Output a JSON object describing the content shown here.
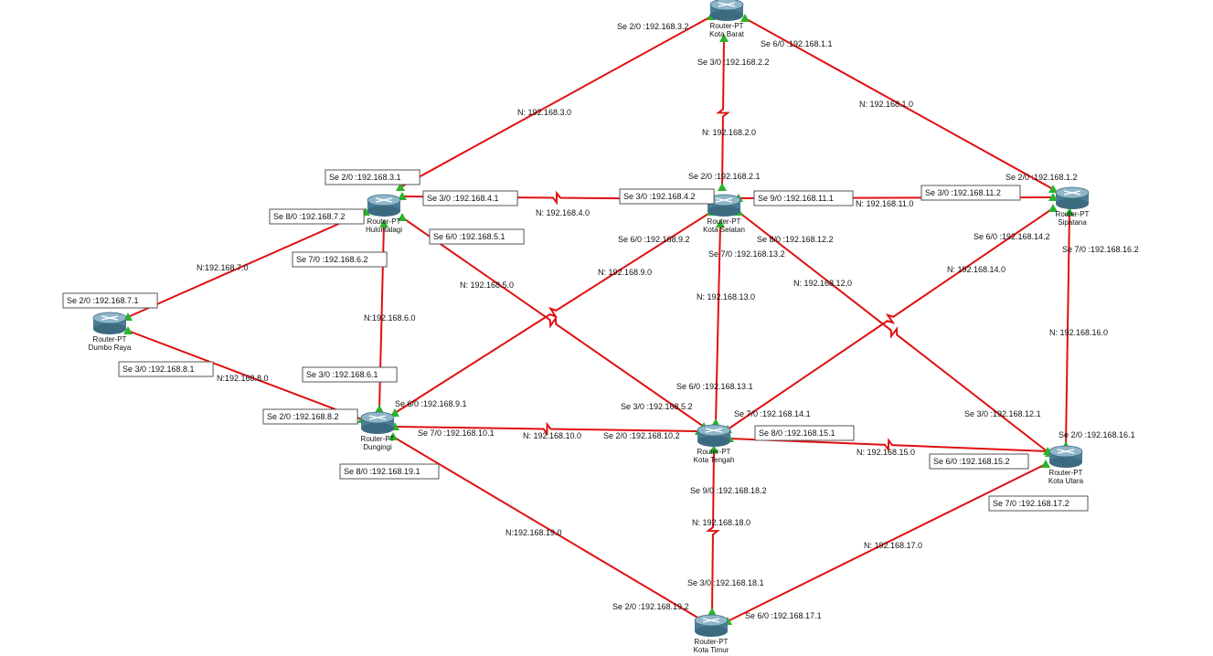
{
  "colors": {
    "link": "#e01010",
    "status_up": "#2bb32b",
    "status_down": "#0a6b0a"
  },
  "routers": [
    {
      "id": "kota-barat",
      "type": "Router-PT",
      "name": "Kota Barat"
    },
    {
      "id": "hulontalagi",
      "type": "Router-PT",
      "name": "Hulontalagi"
    },
    {
      "id": "kota-selatan",
      "type": "Router-PT",
      "name": "Kota Selatan"
    },
    {
      "id": "sipatana",
      "type": "Router-PT",
      "name": "Sipatana"
    },
    {
      "id": "dumbo-raya",
      "type": "Router-PT",
      "name": "Dumbo Raya"
    },
    {
      "id": "dungingi",
      "type": "Router-PT",
      "name": "Dungingi"
    },
    {
      "id": "kota-tengah",
      "type": "Router-PT",
      "name": "Kota Tengah"
    },
    {
      "id": "kota-utara",
      "type": "Router-PT",
      "name": "Kota Utara"
    },
    {
      "id": "kota-timur",
      "type": "Router-PT",
      "name": "Kota Timur"
    }
  ],
  "links": [
    {
      "a": "hulontalagi",
      "b": "kota-barat",
      "network": "N: 192.168.3.0"
    },
    {
      "a": "kota-barat",
      "b": "kota-selatan",
      "network": "N: 192.168.2.0"
    },
    {
      "a": "kota-barat",
      "b": "sipatana",
      "network": "N: 192.168.1.0"
    },
    {
      "a": "hulontalagi",
      "b": "kota-selatan",
      "network": "N: 192.168.4.0"
    },
    {
      "a": "kota-selatan",
      "b": "sipatana",
      "network": "N: 192.168.11.0"
    },
    {
      "a": "hulontalagi",
      "b": "dumbo-raya",
      "network": "N:192.168.7.0"
    },
    {
      "a": "hulontalagi",
      "b": "dungingi",
      "network": "N:192.168.6.0"
    },
    {
      "a": "hulontalagi",
      "b": "kota-tengah",
      "network": "N: 192.168.5.0"
    },
    {
      "a": "kota-selatan",
      "b": "dungingi",
      "network": "N: 192.168.9.0"
    },
    {
      "a": "kota-selatan",
      "b": "kota-tengah",
      "network": "N: 192.168.13.0"
    },
    {
      "a": "kota-selatan",
      "b": "kota-utara",
      "network": "N: 192.168.12.0"
    },
    {
      "a": "sipatana",
      "b": "kota-tengah",
      "network": "N: 192.168.14.0"
    },
    {
      "a": "sipatana",
      "b": "kota-utara",
      "network": "N: 192.168.16.0"
    },
    {
      "a": "dumbo-raya",
      "b": "dungingi",
      "network": "N:192.168.8.0"
    },
    {
      "a": "dungingi",
      "b": "kota-tengah",
      "network": "N: 192.168.10.0"
    },
    {
      "a": "kota-tengah",
      "b": "kota-utara",
      "network": "N: 192.168.15.0"
    },
    {
      "a": "dungingi",
      "b": "kota-timur",
      "network": "N:192.168.19.0"
    },
    {
      "a": "kota-tengah",
      "b": "kota-timur",
      "network": "N: 192.168.18.0"
    },
    {
      "a": "kota-utara",
      "b": "kota-timur",
      "network": "N: 192.168.17.0"
    }
  ],
  "interfaces": [
    {
      "text": "Se 2/0 :192.168.3.2",
      "boxed": false
    },
    {
      "text": "Se 6/0 :192.168.1.1",
      "boxed": false
    },
    {
      "text": "Se 3/0 :192.168.2.2",
      "boxed": false
    },
    {
      "text": "Se 2/0 :192.168.3.1",
      "boxed": true
    },
    {
      "text": "Se 3/0 :192.168.4.1",
      "boxed": true
    },
    {
      "text": "Se 8/0 :192.168.7.2",
      "boxed": true
    },
    {
      "text": "Se 6/0 :192.168.5.1",
      "boxed": true
    },
    {
      "text": "Se 7/0 :192.168.6.2",
      "boxed": true
    },
    {
      "text": "Se 2/0 :192.168.2.1",
      "boxed": false
    },
    {
      "text": "Se 3/0 :192.168.4.2",
      "boxed": true
    },
    {
      "text": "Se 9/0 :192.168.11.1",
      "boxed": true
    },
    {
      "text": "Se 6/0 :192.168.9.2",
      "boxed": false
    },
    {
      "text": "Se 8/0 :192.168.12.2",
      "boxed": false
    },
    {
      "text": "Se 7/0 :192.168.13.2",
      "boxed": false
    },
    {
      "text": "Se 2/0 :192.168.1.2",
      "boxed": false
    },
    {
      "text": "Se 3/0 :192.168.11.2",
      "boxed": true
    },
    {
      "text": "Se 6/0 :192.168.14.2",
      "boxed": false
    },
    {
      "text": "Se 7/0 :192.168.16.2",
      "boxed": false
    },
    {
      "text": "Se 2/0 :192.168.7.1",
      "boxed": true
    },
    {
      "text": "Se 3/0 :192.168.8.1",
      "boxed": true
    },
    {
      "text": "Se 3/0 :192.168.6.1",
      "boxed": true
    },
    {
      "text": "Se 6/0 :192.168.9.1",
      "boxed": false
    },
    {
      "text": "Se 2/0 :192.168.8.2",
      "boxed": true
    },
    {
      "text": "Se 7/0 :192.168.10.1",
      "boxed": false
    },
    {
      "text": "Se 8/0 :192.168.19.1",
      "boxed": true
    },
    {
      "text": "Se 6/0 :192.168.13.1",
      "boxed": false
    },
    {
      "text": "Se 3/0 :192.168.5.2",
      "boxed": false
    },
    {
      "text": "Se 7/0 :192.168.14.1",
      "boxed": false
    },
    {
      "text": "Se 2/0 :192.168.10.2",
      "boxed": false
    },
    {
      "text": "Se 8/0 :192.168.15.1",
      "boxed": true
    },
    {
      "text": "Se 9/0 :192.168.18.2",
      "boxed": false
    },
    {
      "text": "Se 3/0 :192.168.12.1",
      "boxed": false
    },
    {
      "text": "Se 2/0 :192.168.16.1",
      "boxed": false
    },
    {
      "text": "Se 6/0 :192.168.15.2",
      "boxed": true
    },
    {
      "text": "Se 7/0 :192.168.17.2",
      "boxed": true
    },
    {
      "text": "Se 3/0 :192.168.18.1",
      "boxed": false
    },
    {
      "text": "Se 2/0 :192.168.19.2",
      "boxed": false
    },
    {
      "text": "Se 6/0 :192.168.17.1",
      "boxed": false
    }
  ]
}
